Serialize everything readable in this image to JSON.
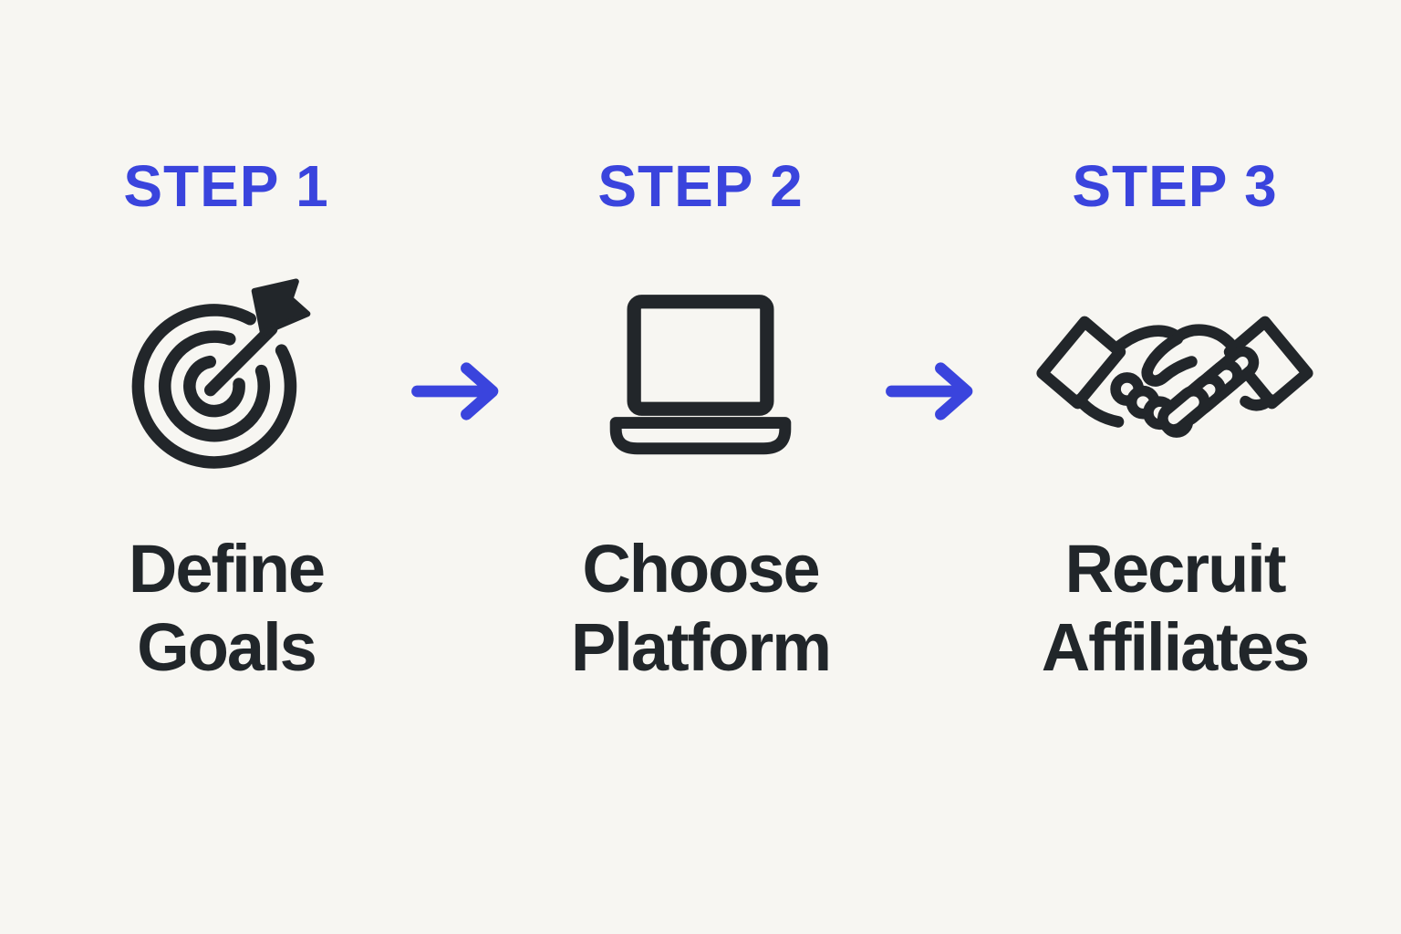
{
  "page": {
    "background_color": "#f7f6f2",
    "accent_color": "#3a44dd",
    "ink_color": "#21262a"
  },
  "steps": [
    {
      "header": "STEP 1",
      "icon": "target-icon",
      "label_line1": "Define",
      "label_line2": "Goals"
    },
    {
      "header": "STEP 2",
      "icon": "laptop-icon",
      "label_line1": "Choose",
      "label_line2": "Platform"
    },
    {
      "header": "STEP 3",
      "icon": "handshake-icon",
      "label_line1": "Recruit",
      "label_line2": "Affiliates"
    }
  ],
  "arrows": [
    {
      "name": "arrow-right-icon"
    },
    {
      "name": "arrow-right-icon"
    }
  ]
}
